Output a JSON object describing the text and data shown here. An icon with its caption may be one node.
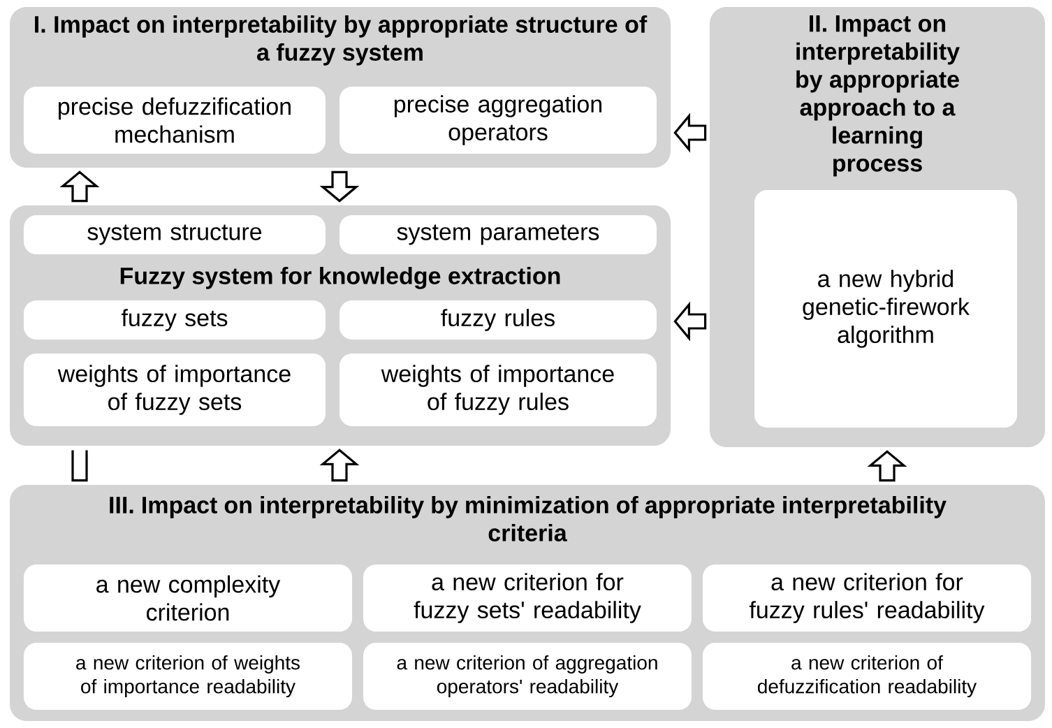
{
  "diagram": {
    "nodes": [
      {
        "text": [
          "I. Impact on interpretability by appropriate structure of a fuzzy system"
        ]
      },
      {
        "text": [
          "precise defuzzification mechanism"
        ],
        "in": 0
      },
      {
        "text": [
          "precise aggregation operators"
        ],
        "in": 0
      },
      {
        "text": [
          "II. Impact on interpretability by appropriate approach to a learning process"
        ]
      },
      {
        "text": [
          "a new hybrid genetic-firework algorithm"
        ],
        "in": 3
      },
      {
        "text": [
          "Fuzzy system for knowledge extraction"
        ]
      },
      {
        "text": [
          "system structure"
        ],
        "in": 5
      },
      {
        "text": [
          "system parameters"
        ],
        "in": 5
      },
      {
        "text": [
          "fuzzy sets"
        ],
        "in": 5
      },
      {
        "text": [
          "fuzzy rules"
        ],
        "in": 5
      },
      {
        "text": [
          "weights of importance of fuzzy sets"
        ],
        "in": 5
      },
      {
        "text": [
          "weights of importance of fuzzy rules"
        ],
        "in": 5
      },
      {
        "text": [
          "III. Impact on interpretability by minimization of appropriate interpretability criteria"
        ]
      },
      {
        "text": [
          "a new complexity criterion"
        ],
        "in": 12
      },
      {
        "text": [
          "a new criterion for fuzzy sets' readability"
        ],
        "in": 12
      },
      {
        "text": [
          "a new criterion for fuzzy rules' readability"
        ],
        "in": 12
      },
      {
        "text": [
          "a new criterion of weights of importance readability"
        ],
        "in": 12
      },
      {
        "text": [
          "a new criterion of aggregation operators' readability"
        ],
        "in": 12
      },
      {
        "text": [
          "a new criterion of defuzzification readability"
        ],
        "in": 12
      }
    ],
    "edges": [
      {
        "from": 5,
        "to": 0,
        "arrow": "to"
      },
      {
        "from": 0,
        "to": 5,
        "arrow": "to"
      },
      {
        "from": 3,
        "to": 0,
        "arrow": "to"
      },
      {
        "from": 3,
        "to": 5,
        "arrow": "to"
      },
      {
        "from": 12,
        "to": 5,
        "arrow": "to"
      },
      {
        "from": 12,
        "to": 3,
        "arrow": "to"
      },
      {
        "from": 12,
        "to": 5,
        "arrow": "none"
      }
    ]
  }
}
